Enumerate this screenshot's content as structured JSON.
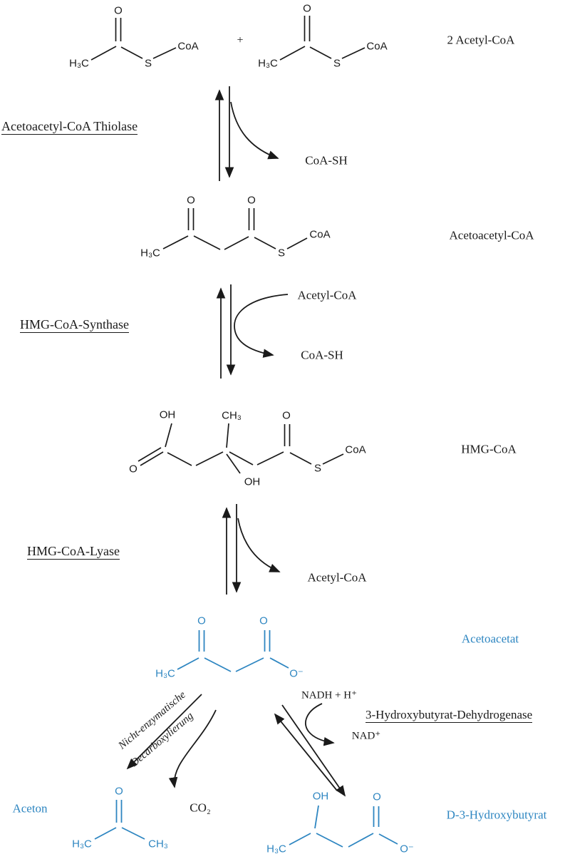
{
  "palette": {
    "blue": "#2e86c1",
    "black": "#1a1a1a"
  },
  "atoms": {
    "h3c": "H₃C",
    "ch3": "CH₃",
    "o": "O",
    "oh": "OH",
    "s": "S",
    "coa": "CoA",
    "o_minus": "O⁻"
  },
  "operators": {
    "plus": "+"
  },
  "compounds": {
    "acetyl_coa_pair": "2 Acetyl-CoA",
    "acetoacetyl_coa": "Acetoacetyl-CoA",
    "hmg_coa": "HMG-CoA",
    "acetoacetat": "Acetoacetat",
    "aceton": "Aceton",
    "d3_hydroxybutyrat": "D-3-Hydroxybutyrat"
  },
  "enzymes": {
    "thiolase": "Acetoacetyl-CoA Thiolase",
    "synthase": "HMG-CoA-Synthase",
    "lyase": "HMG-CoA-Lyase",
    "dehydrogenase": "3-Hydroxybutyrat-Dehydrogenase",
    "decarboxylation_line1": "Nicht-enzymatische",
    "decarboxylation_line2": "Decarboxylierung"
  },
  "cofactors": {
    "coa_sh_step1": "CoA-SH",
    "acetyl_coa_in": "Acetyl-CoA",
    "coa_sh_step2": "CoA-SH",
    "acetyl_coa_out": "Acetyl-CoA",
    "nadh": "NADH + H⁺",
    "nad": "NAD⁺",
    "co2": "CO₂"
  }
}
